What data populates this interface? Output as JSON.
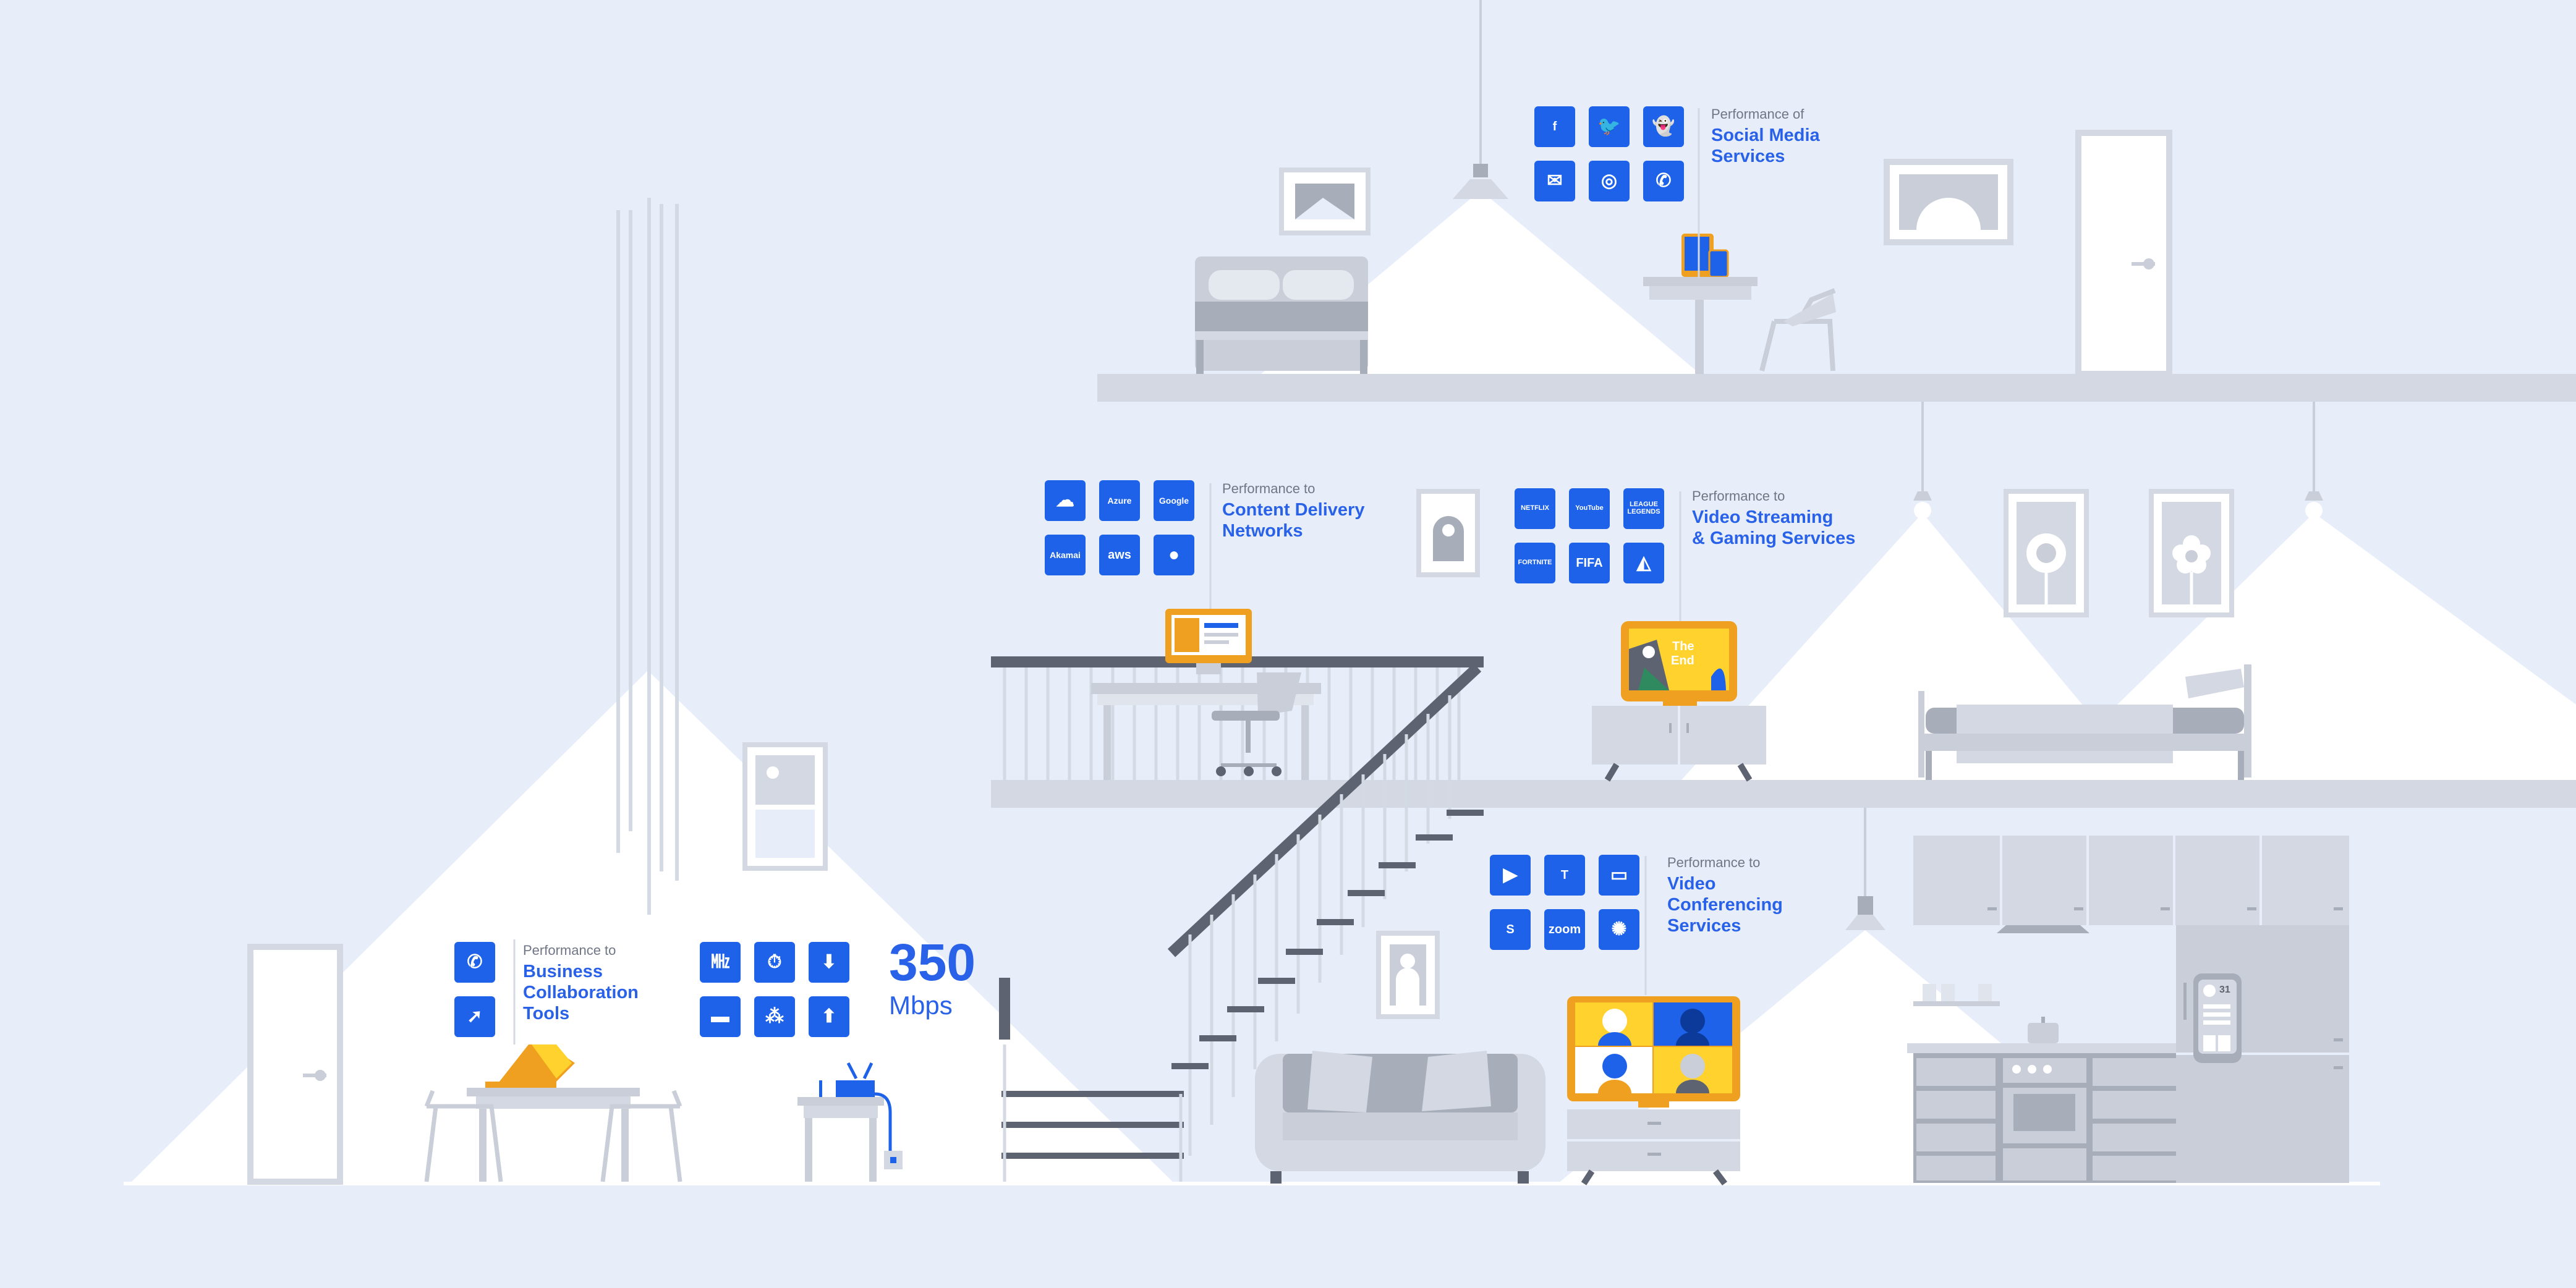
{
  "colors": {
    "background": "#e7eefa",
    "light_cone": "#ffffff",
    "furniture": "#c9ced8",
    "furniture_dark": "#a8aeb9",
    "accent_blue": "#1d62e8",
    "accent_orange": "#f0a020",
    "accent_yellow": "#ffd22e",
    "stair_dark": "#5d6370"
  },
  "groups": {
    "social": {
      "pre": "Performance of",
      "main": "Social Media\nServices",
      "icons": [
        "facebook-icon",
        "twitter-icon",
        "snapchat-icon",
        "messenger-icon",
        "instagram-icon",
        "whatsapp-icon"
      ],
      "icon_labels": [
        "f",
        "",
        "",
        "",
        "",
        ""
      ]
    },
    "cdn": {
      "pre": "Performance to",
      "main": "Content Delivery\nNetworks",
      "icons": [
        "cloudflare-icon",
        "azure-icon",
        "google-icon",
        "akamai-icon",
        "aws-icon",
        "apple-icon"
      ],
      "icon_labels": [
        "",
        "Azure",
        "Google",
        "Akamai",
        "aws",
        ""
      ]
    },
    "streaming": {
      "pre": "Performance to",
      "main": "Video Streaming\n& Gaming Services",
      "icons": [
        "netflix-icon",
        "youtube-icon",
        "league-of-legends-icon",
        "fortnite-icon",
        "fifa-icon",
        "apex-icon"
      ],
      "icon_labels": [
        "NETFLIX",
        "YouTube",
        "LEAGUE LEGENDS",
        "FORTNITE",
        "FIFA",
        ""
      ]
    },
    "conferencing": {
      "pre": "Performance to",
      "main": "Video\nConferencing\nServices",
      "icons": [
        "video-camera-icon",
        "teams-icon",
        "google-chat-icon",
        "skype-icon",
        "zoom-icon",
        "webex-icon"
      ],
      "icon_labels": [
        "",
        "T",
        "",
        "S",
        "zoom",
        ""
      ]
    },
    "business": {
      "pre": "Performance to",
      "main": "Business\nCollaboration\nTools",
      "icons": [
        "phone-icon",
        "cursor-icon"
      ],
      "icon_labels": [
        "",
        ""
      ]
    },
    "speedtest": {
      "icons": [
        "speed-units-icon",
        "stopwatch-icon",
        "cloud-download-icon",
        "chat-bubble-icon",
        "network-nodes-icon",
        "cloud-upload-icon"
      ],
      "icon_labels": [
        "",
        "",
        "",
        "",
        "",
        ""
      ]
    }
  },
  "speed": {
    "value": "350",
    "unit": "Mbps"
  },
  "tv_living": {
    "text": "The\nEnd"
  },
  "fridge_screen": {
    "day": "31"
  }
}
